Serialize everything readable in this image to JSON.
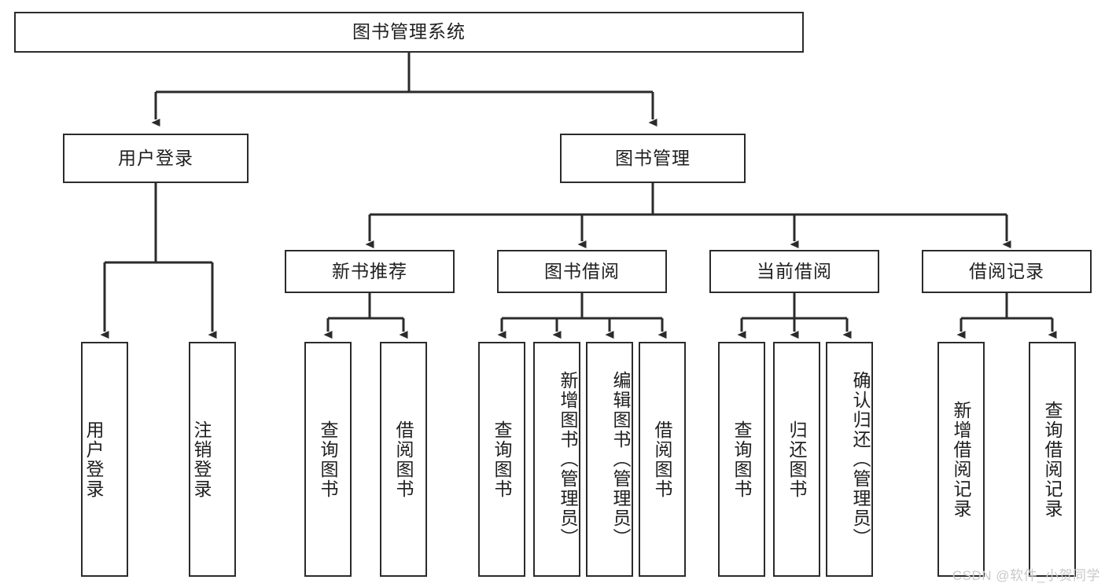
{
  "diagram": {
    "type": "tree-hierarchy-chart",
    "title": "图书管理系统",
    "watermark": "CSDN @软件_小贺同学",
    "colors": {
      "box_border": "#2b2b2b",
      "box_fill": "#ffffff",
      "connector": "#2b2b2b",
      "text": "#1f1f1f",
      "watermark": "#c9c9c9",
      "background": "#ffffff"
    },
    "root": {
      "label": "图书管理系统"
    },
    "level2": [
      {
        "label": "用户登录"
      },
      {
        "label": "图书管理"
      }
    ],
    "level3": [
      {
        "label": "新书推荐"
      },
      {
        "label": "图书借阅"
      },
      {
        "label": "当前借阅"
      },
      {
        "label": "借阅记录"
      }
    ],
    "leaves": {
      "user_login": [
        {
          "label": "用户登录"
        },
        {
          "label": "注销登录"
        }
      ],
      "new_book_recommend": [
        {
          "label": "查询图书"
        },
        {
          "label": "借阅图书"
        }
      ],
      "book_borrow": [
        {
          "label": "查询图书"
        },
        {
          "label": "新增图书（管理员）"
        },
        {
          "label": "编辑图书（管理员）"
        },
        {
          "label": "借阅图书"
        }
      ],
      "current_borrow": [
        {
          "label": "查询图书"
        },
        {
          "label": "归还图书"
        },
        {
          "label": "确认归还（管理员）"
        }
      ],
      "borrow_record": [
        {
          "label": "新增借阅记录"
        },
        {
          "label": "查询借阅记录"
        }
      ]
    }
  }
}
